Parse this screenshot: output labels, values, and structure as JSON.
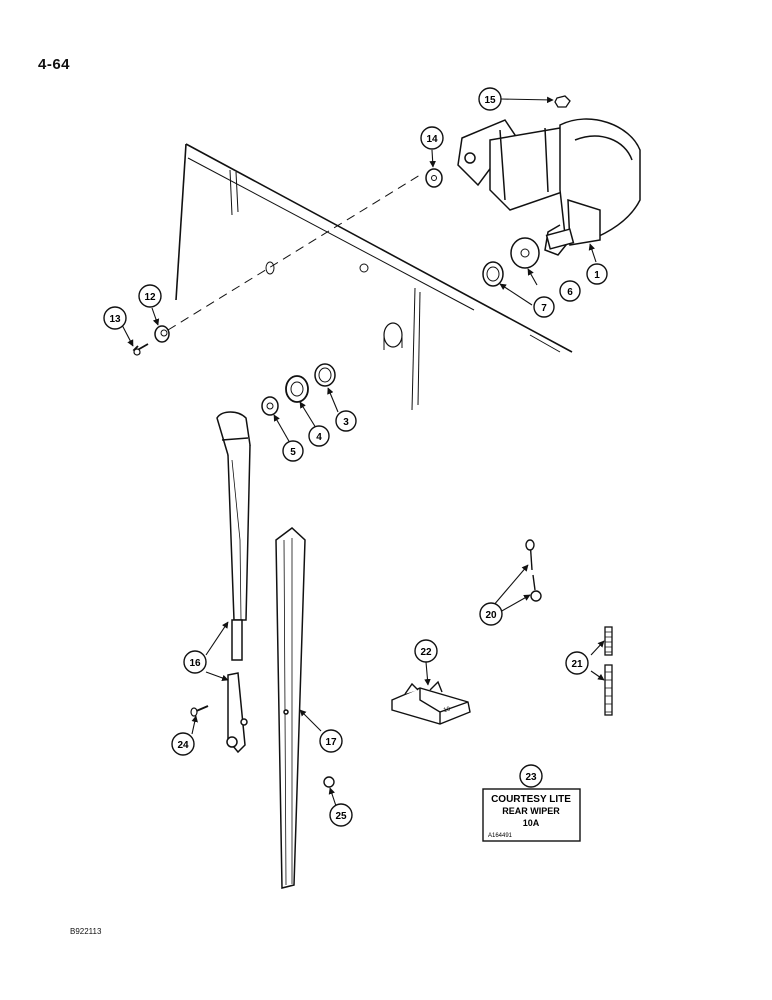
{
  "header": {
    "page_number": "4-64"
  },
  "footer": {
    "code": "B922113"
  },
  "callouts": [
    {
      "id": "1",
      "label": "1"
    },
    {
      "id": "3",
      "label": "3"
    },
    {
      "id": "4",
      "label": "4"
    },
    {
      "id": "5",
      "label": "5"
    },
    {
      "id": "6",
      "label": "6"
    },
    {
      "id": "7",
      "label": "7"
    },
    {
      "id": "12",
      "label": "12"
    },
    {
      "id": "13",
      "label": "13"
    },
    {
      "id": "14",
      "label": "14"
    },
    {
      "id": "15",
      "label": "15"
    },
    {
      "id": "16",
      "label": "16"
    },
    {
      "id": "17",
      "label": "17"
    },
    {
      "id": "20",
      "label": "20"
    },
    {
      "id": "21",
      "label": "21"
    },
    {
      "id": "22",
      "label": "22"
    },
    {
      "id": "23",
      "label": "23"
    },
    {
      "id": "24",
      "label": "24"
    },
    {
      "id": "25",
      "label": "25"
    }
  ],
  "decal": {
    "line1": "COURTESY LITE",
    "line2": "REAR WIPER",
    "line3": "10A",
    "part_no": "A164491"
  },
  "fuse_rating": "10"
}
